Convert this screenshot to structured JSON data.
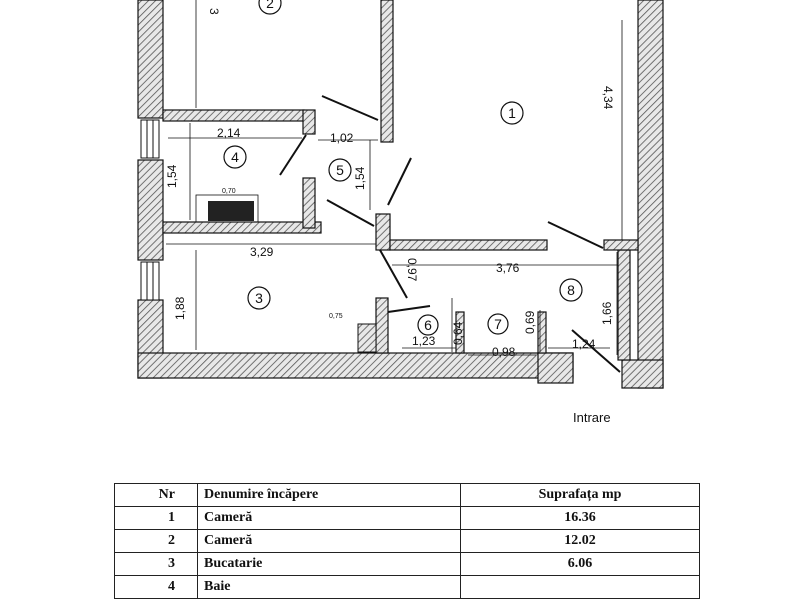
{
  "plan": {
    "dimensions": {
      "d_3": "3",
      "d_434": "4,34",
      "d_214": "2,14",
      "d_102": "1,02",
      "d_154a": "1,54",
      "d_154b": "1,54",
      "d_329": "3,29",
      "d_097": "0,97",
      "d_376": "3,76",
      "d_188": "1,88",
      "d_166": "1,66",
      "d_123": "1,23",
      "d_064": "0,64",
      "d_069": "0,69",
      "d_098": "0,98",
      "d_124": "1,24",
      "d_070": "0,70",
      "d_075": "0,75"
    },
    "room_numbers": {
      "r1": "1",
      "r2": "2",
      "r3": "3",
      "r4": "4",
      "r5": "5",
      "r6": "6",
      "r7": "7",
      "r8": "8"
    },
    "entrance_label": "Intrare"
  },
  "table": {
    "headers": {
      "nr": "Nr",
      "name": "Denumire încăpere",
      "area": "Suprafața mp"
    },
    "rows": [
      {
        "nr": "1",
        "name": "Cameră",
        "area": "16.36"
      },
      {
        "nr": "2",
        "name": "Cameră",
        "area": "12.02"
      },
      {
        "nr": "3",
        "name": "Bucatarie",
        "area": "6.06"
      },
      {
        "nr": "4",
        "name": "Baie",
        "area": ""
      }
    ]
  },
  "colors": {
    "wall_hatch": "#777777",
    "ink": "#111111"
  }
}
